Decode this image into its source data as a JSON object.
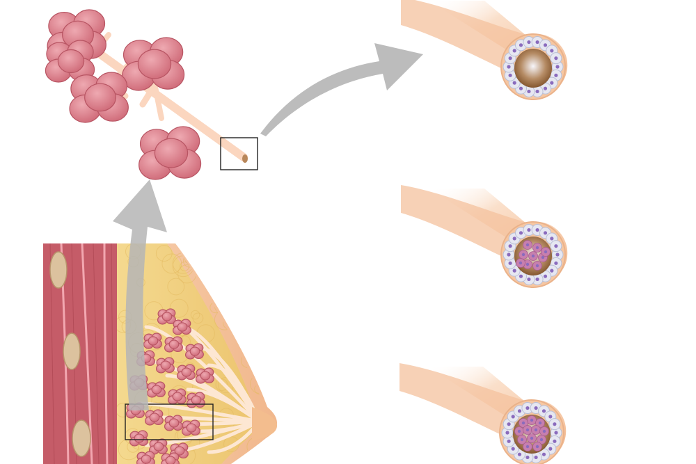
{
  "diagram": {
    "panels": [
      {
        "name": "breast-cross-section",
        "parts": [
          "chest-wall-muscle",
          "ribs",
          "fatty-tissue",
          "lobules",
          "milk-ducts",
          "nipple"
        ]
      },
      {
        "name": "lobule-cluster",
        "parts": [
          "lobules",
          "duct-branch"
        ]
      },
      {
        "name": "duct-normal"
      },
      {
        "name": "duct-partially-filled"
      },
      {
        "name": "duct-filled"
      }
    ],
    "arrows": [
      {
        "name": "zoom-arrow-breast-to-lobules"
      },
      {
        "name": "zoom-arrow-lobules-to-duct"
      }
    ],
    "colors": {
      "muscle": "#c9606b",
      "muscle_dark": "#a8444e",
      "rib": "#d9c09b",
      "fat": "#f1d488",
      "fat_dark": "#e3b960",
      "skin": "#f6c9a4",
      "lobule": "#d97a86",
      "lobule_light": "#e9a2ab",
      "duct": "#fbd9c0",
      "duct_tube": "#f4c19d",
      "lumen": "#8d5a2d",
      "epithelial": "#e6e7f1",
      "nucleus": "#8a6bbd",
      "abnormal_cell": "#c77fae",
      "arrow": "#b9b9b9"
    }
  }
}
